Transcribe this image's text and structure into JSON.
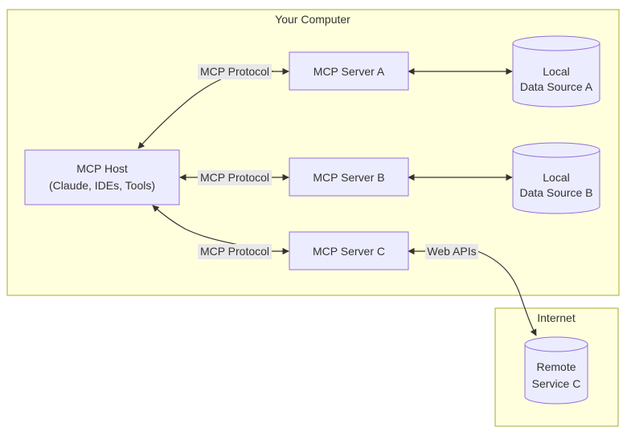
{
  "clusters": {
    "computer": "Your Computer",
    "internet": "Internet"
  },
  "nodes": {
    "host_line1": "MCP Host",
    "host_line2": "(Claude, IDEs, Tools)",
    "server_a": "MCP Server A",
    "server_b": "MCP Server B",
    "server_c": "MCP Server C",
    "data_a_line1": "Local",
    "data_a_line2": "Data Source A",
    "data_b_line1": "Local",
    "data_b_line2": "Data Source B",
    "remote_line1": "Remote",
    "remote_line2": "Service C"
  },
  "edges": {
    "host_a": "MCP Protocol",
    "host_b": "MCP Protocol",
    "host_c": "MCP Protocol",
    "c_remote": "Web APIs"
  },
  "colors": {
    "cluster_fill": "#ffffde",
    "cluster_stroke": "#aaaa33",
    "node_fill": "#ececff",
    "node_stroke": "#9370db",
    "edge": "#333333"
  }
}
